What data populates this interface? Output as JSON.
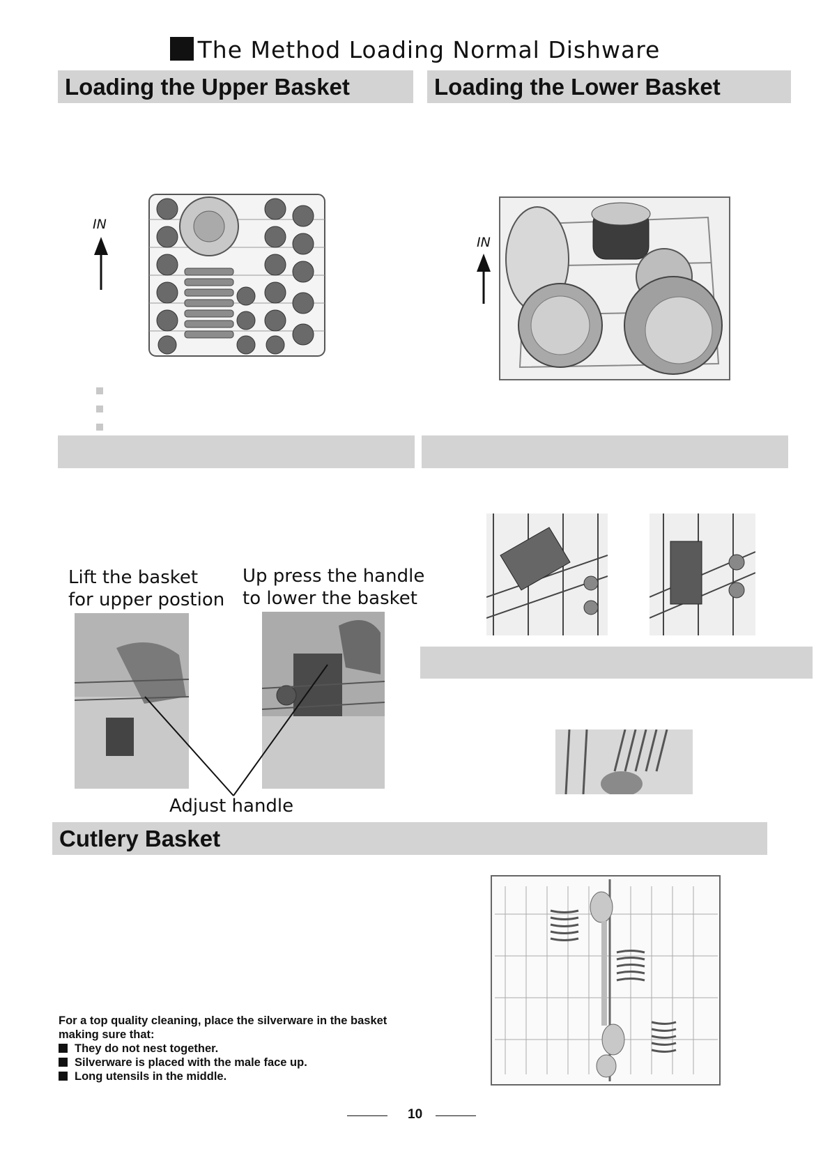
{
  "page": {
    "main_title": "The Method Loading Normal Dishware",
    "page_number": "10"
  },
  "sections": {
    "upper_basket": "Loading the Upper Basket",
    "lower_basket": "Loading the Lower Basket",
    "cutlery_basket": "Cutlery Basket"
  },
  "diagrams": {
    "in_label_upper": "IN",
    "in_label_lower": "IN"
  },
  "adjust": {
    "lift_line1": "Lift the basket",
    "lift_line2": "for upper postion",
    "press_line1": "Up press the handle",
    "press_line2": "to lower the basket",
    "handle_label": "Adjust handle"
  },
  "cutlery": {
    "intro_line1": "For a  top quality cleaning, place the silverware in the basket",
    "intro_line2": "making sure that:",
    "bullets": [
      "They do not nest together.",
      "Silverware is placed  with the male face up.",
      "Long utensils in the middle."
    ]
  },
  "colors": {
    "section_bar": "#d3d3d3",
    "text": "#111111"
  }
}
